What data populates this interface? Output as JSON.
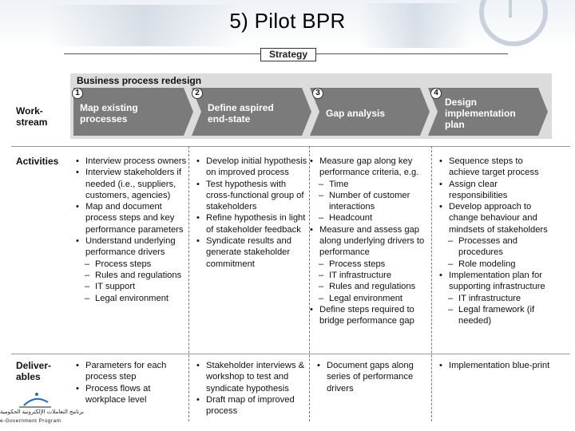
{
  "page": {
    "title": "5) Pilot BPR"
  },
  "strategy": {
    "label": "Strategy"
  },
  "process": {
    "title": "Business process redesign",
    "steps": [
      {
        "num": "1",
        "label": "Map existing processes"
      },
      {
        "num": "2",
        "label": "Define aspired end-state"
      },
      {
        "num": "3",
        "label": "Gap analysis"
      },
      {
        "num": "4",
        "label": "Design implementation plan"
      }
    ]
  },
  "rows": {
    "workstream": "Work-stream",
    "activities": "Activities",
    "deliverables": "Deliver-ables"
  },
  "activities": [
    [
      {
        "t": "b",
        "text": "Interview process owners"
      },
      {
        "t": "b",
        "text": "Interview stakeholders if needed (i.e., suppliers, customers, agencies)"
      },
      {
        "t": "b",
        "text": "Map and document process steps and key performance parameters"
      },
      {
        "t": "b",
        "text": "Understand underlying performance drivers"
      },
      {
        "t": "d",
        "text": "Process steps"
      },
      {
        "t": "d",
        "text": "Rules and regulations"
      },
      {
        "t": "d",
        "text": "IT support"
      },
      {
        "t": "d",
        "text": "Legal environment"
      }
    ],
    [
      {
        "t": "b",
        "text": "Develop initial hypothesis on improved process"
      },
      {
        "t": "b",
        "text": "Test hypothesis with cross-functional group of stakeholders"
      },
      {
        "t": "b",
        "text": "Refine hypothesis in light of stakeholder feedback"
      },
      {
        "t": "b",
        "text": "Syndicate results and generate stakeholder commitment"
      }
    ],
    [
      {
        "t": "b",
        "text": "Measure gap along key performance criteria, e.g."
      },
      {
        "t": "d",
        "text": "Time"
      },
      {
        "t": "d",
        "text": "Number of customer interactions"
      },
      {
        "t": "d",
        "text": "Headcount"
      },
      {
        "t": "b",
        "text": "Measure and assess gap along underlying drivers to performance"
      },
      {
        "t": "d",
        "text": "Process steps"
      },
      {
        "t": "d",
        "text": "IT infrastructure"
      },
      {
        "t": "d",
        "text": "Rules and regulations"
      },
      {
        "t": "d",
        "text": "Legal environment"
      },
      {
        "t": "b",
        "text": "Define steps required to bridge performance gap"
      }
    ],
    [
      {
        "t": "b",
        "text": "Sequence steps to achieve target process"
      },
      {
        "t": "b",
        "text": "Assign clear responsibilities"
      },
      {
        "t": "b",
        "text": "Develop approach to change behaviour and mindsets of stakeholders"
      },
      {
        "t": "d",
        "text": "Processes and procedures"
      },
      {
        "t": "d",
        "text": "Role modeling"
      },
      {
        "t": "b",
        "text": "Implementation plan for supporting infrastructure"
      },
      {
        "t": "d",
        "text": "IT infrastructure"
      },
      {
        "t": "d",
        "text": "Legal framework (if needed)"
      }
    ]
  ],
  "deliverables": [
    [
      {
        "t": "b",
        "text": "Parameters for each process step"
      },
      {
        "t": "b",
        "text": "Process flows at workplace level"
      }
    ],
    [
      {
        "t": "b",
        "text": "Stakeholder interviews & workshop to test and syndicate hypothesis"
      },
      {
        "t": "b",
        "text": "Draft map of improved process"
      }
    ],
    [
      {
        "t": "b",
        "text": "Document gaps along series of performance drivers"
      }
    ],
    [
      {
        "t": "b",
        "text": "Implementation blue-print"
      }
    ]
  ],
  "logo": {
    "arabic": "برنامج التعاملات الإلكترونية الحكومية",
    "latin": "e-Government Program"
  },
  "colors": {
    "chevron": "#7b7b7b",
    "strip": "#dcdcdc",
    "header": "#eef2f6"
  }
}
